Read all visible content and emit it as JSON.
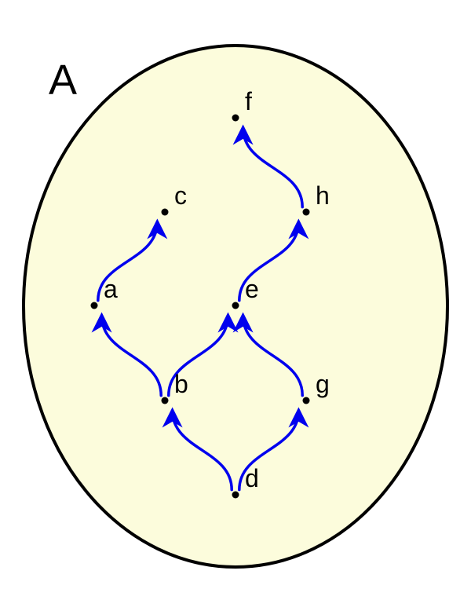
{
  "diagram": {
    "set_label": "A",
    "colors": {
      "set_fill": "#fcfcdc",
      "set_stroke": "#000000",
      "edge": "#0000ee",
      "node": "#000000"
    },
    "nodes": [
      {
        "id": "a",
        "label": "a"
      },
      {
        "id": "b",
        "label": "b"
      },
      {
        "id": "c",
        "label": "c"
      },
      {
        "id": "d",
        "label": "d"
      },
      {
        "id": "e",
        "label": "e"
      },
      {
        "id": "f",
        "label": "f"
      },
      {
        "id": "g",
        "label": "g"
      },
      {
        "id": "h",
        "label": "h"
      }
    ],
    "edges": [
      {
        "from": "d",
        "to": "b"
      },
      {
        "from": "d",
        "to": "g"
      },
      {
        "from": "b",
        "to": "a"
      },
      {
        "from": "b",
        "to": "e"
      },
      {
        "from": "g",
        "to": "e"
      },
      {
        "from": "a",
        "to": "c"
      },
      {
        "from": "e",
        "to": "h"
      },
      {
        "from": "h",
        "to": "f"
      }
    ]
  }
}
